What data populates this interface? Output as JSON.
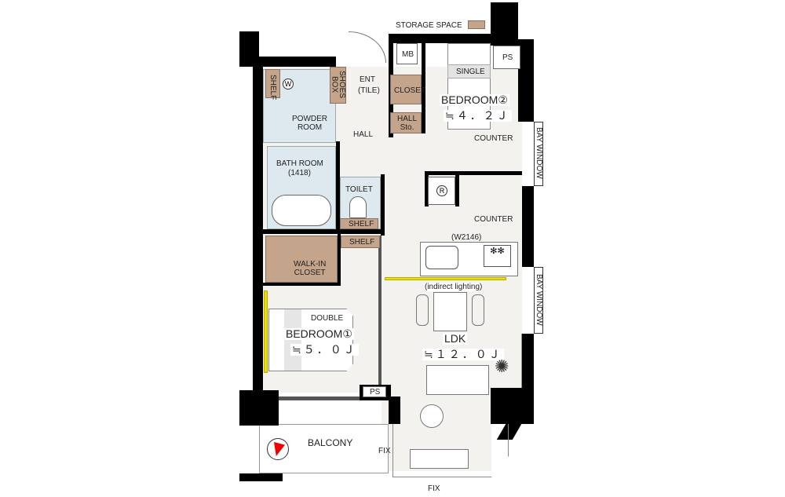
{
  "legend": {
    "storage_label": "STORAGE SPACE",
    "storage_color": "#c4a58c"
  },
  "colors": {
    "wall": "#000000",
    "floor": "#f3f2ee",
    "wet": "#dde9ee",
    "indirect_lighting": "#ece000"
  },
  "rooms": {
    "bedroom2": {
      "name": "BEDROOM②",
      "area": "≒４．２Ｊ",
      "bed": "SINGLE"
    },
    "bedroom1": {
      "name": "BEDROOM①",
      "area": "≒５．０Ｊ",
      "bed": "DOUBLE"
    },
    "ldk": {
      "name": "LDK",
      "area": "≒１２．０Ｊ",
      "kitchen_width": "(W2146)",
      "lighting": "(indirect lighting)"
    },
    "powder": "POWDER\nROOM",
    "bath": "BATH ROOM",
    "bath_size": "(1418)",
    "toilet": "TOILET",
    "hall": "HALL",
    "ent": "ENT",
    "ent_floor": "(TILE)",
    "walkin": "WALK-IN\nCLOSET",
    "balcony": "BALCONY"
  },
  "storage": {
    "shelf_top": "SHELF",
    "shoes_box": "SHOES\nBOX",
    "closet": "CLOSET",
    "hall_sto": "HALL\nSto.",
    "shelf_toilet": "SHELF",
    "shelf_hall": "SHELF"
  },
  "labels": {
    "mb": "MB",
    "ps_top": "PS",
    "ps_bottom": "PS",
    "counter1": "COUNTER",
    "counter2": "COUNTER",
    "bay1": "BAY WINDOW",
    "bay2": "BAY WINDOW",
    "fix1": "FIX",
    "fix2": "FIX",
    "washer": "W",
    "fridge": "R"
  }
}
